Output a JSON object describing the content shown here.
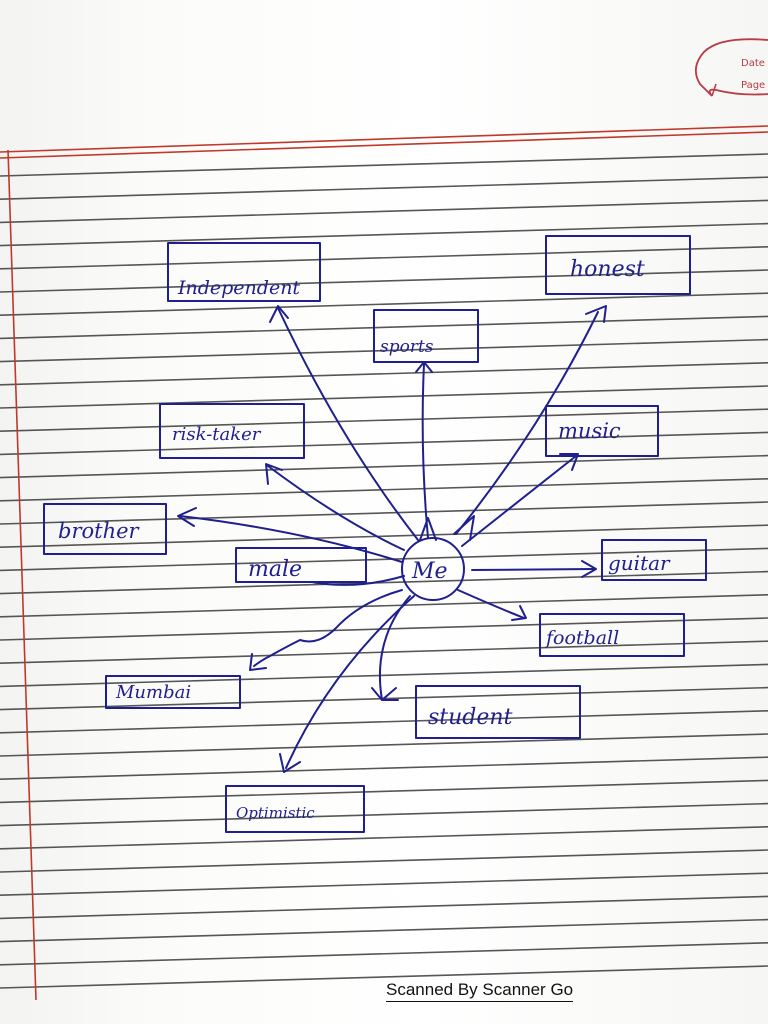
{
  "center_node": "Me",
  "nodes": {
    "independent": "Independent",
    "honest": "honest",
    "sports": "sports",
    "risk_taker": "risk-taker",
    "music": "music",
    "brother": "brother",
    "male": "male",
    "guitar": "guitar",
    "football": "football",
    "mumbai": "Mumbai",
    "student": "student",
    "optimistic": "Optimistic"
  },
  "stamp": {
    "date_label": "Date",
    "page_label": "Page"
  },
  "footer": "Scanned By Scanner Go",
  "colors": {
    "ink": "#1f1f8f",
    "ruled_line": "#3a3a3a",
    "margin_line": "#c0392b",
    "stamp": "#b83b45"
  }
}
